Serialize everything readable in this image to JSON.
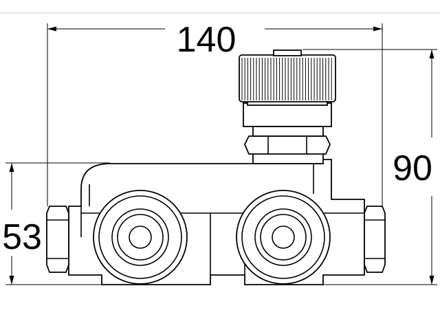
{
  "drawing": {
    "dimensions": {
      "width": "140",
      "height": "90",
      "port_height": "53"
    }
  }
}
